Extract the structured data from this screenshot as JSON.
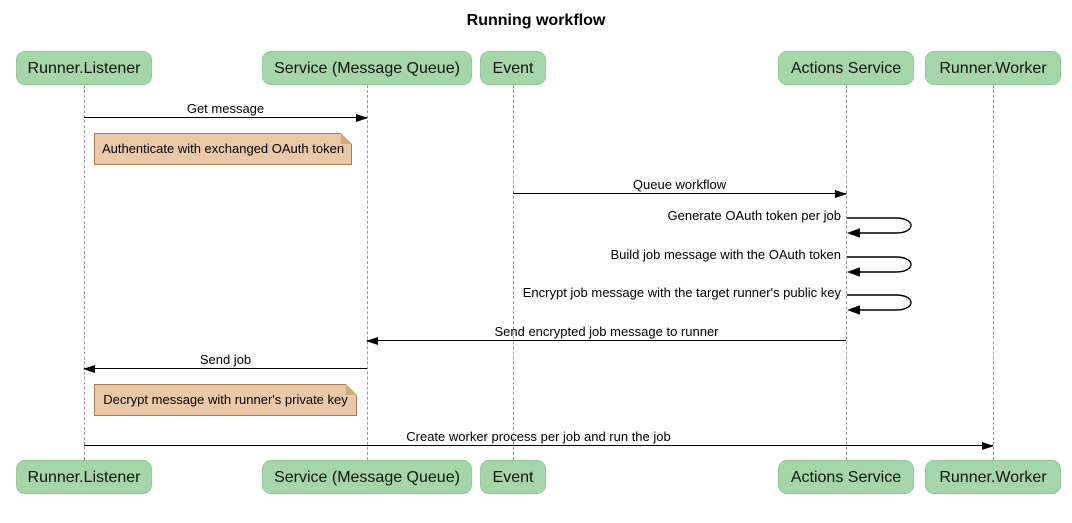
{
  "diagram": {
    "kind": "sequence-diagram",
    "title": "Running workflow",
    "colors": {
      "background": "#FFFFFF",
      "actor_fill": "#A5D6A7",
      "actor_border": "#94C79A",
      "note_fill": "#EBC8A6",
      "note_border": "#AA7D50",
      "lifeline": "#999999",
      "line": "#000000"
    },
    "participants": [
      {
        "id": "runner-listener",
        "label": "Runner.Listener"
      },
      {
        "id": "service-mq",
        "label": "Service (Message Queue)"
      },
      {
        "id": "event",
        "label": "Event"
      },
      {
        "id": "actions-service",
        "label": "Actions Service"
      },
      {
        "id": "runner-worker",
        "label": "Runner.Worker"
      }
    ],
    "messages": [
      {
        "label": "Get message",
        "from": "Runner.Listener",
        "to": "Service (Message Queue)",
        "type": "solid-arrow"
      },
      {
        "label": "Queue workflow",
        "from": "Event",
        "to": "Actions Service",
        "type": "solid-arrow"
      },
      {
        "label": "Generate OAuth token per job",
        "from": "Actions Service",
        "to": "Actions Service",
        "type": "self-loop"
      },
      {
        "label": "Build job message with the OAuth token",
        "from": "Actions Service",
        "to": "Actions Service",
        "type": "self-loop"
      },
      {
        "label": "Encrypt job message with the target runner's public key",
        "from": "Actions Service",
        "to": "Actions Service",
        "type": "self-loop"
      },
      {
        "label": "Send encrypted job message to runner",
        "from": "Actions Service",
        "to": "Service (Message Queue)",
        "type": "solid-arrow"
      },
      {
        "label": "Send job",
        "from": "Service (Message Queue)",
        "to": "Runner.Listener",
        "type": "solid-arrow"
      },
      {
        "label": "Create worker process per job and run the job",
        "from": "Runner.Listener",
        "to": "Runner.Worker",
        "type": "solid-arrow"
      }
    ],
    "notes": [
      {
        "label": "Authenticate with exchanged OAuth token",
        "position": "right of Runner.Listener"
      },
      {
        "label": "Decrypt message with runner's private key",
        "position": "right of Runner.Listener"
      }
    ]
  }
}
